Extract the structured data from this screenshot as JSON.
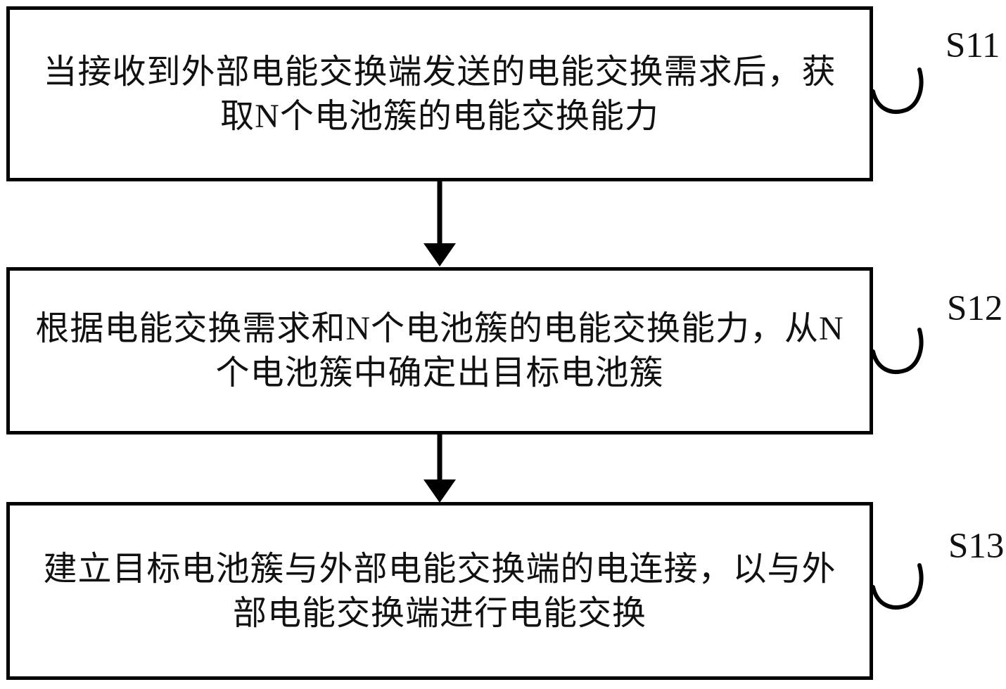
{
  "figure": {
    "background_color": "#ffffff",
    "line_color": "#000000",
    "text_color": "#111111",
    "steps": [
      {
        "label": "S11",
        "line1": "当接收到外部电能交换端发送的电能交换需求后，获",
        "line2": "取N个电池簇的电能交换能力",
        "full_text": "当接收到外部电能交换端发送的电能交换需求后，获取N个电池簇的电能交换能力"
      },
      {
        "label": "S12",
        "line1": "根据电能交换需求和N个电池簇的电能交换能力，从N",
        "line2": "个电池簇中确定出目标电池簇",
        "full_text": "根据电能交换需求和N个电池簇的电能交换能力，从N个电池簇中确定出目标电池簇"
      },
      {
        "label": "S13",
        "line1": "建立目标电池簇与外部电能交换端的电连接，以与外",
        "line2": "部电能交换端进行电能交换",
        "full_text": "建立目标电池簇与外部电能交换端的电连接，以与外部电能交换端进行电能交换"
      }
    ]
  }
}
